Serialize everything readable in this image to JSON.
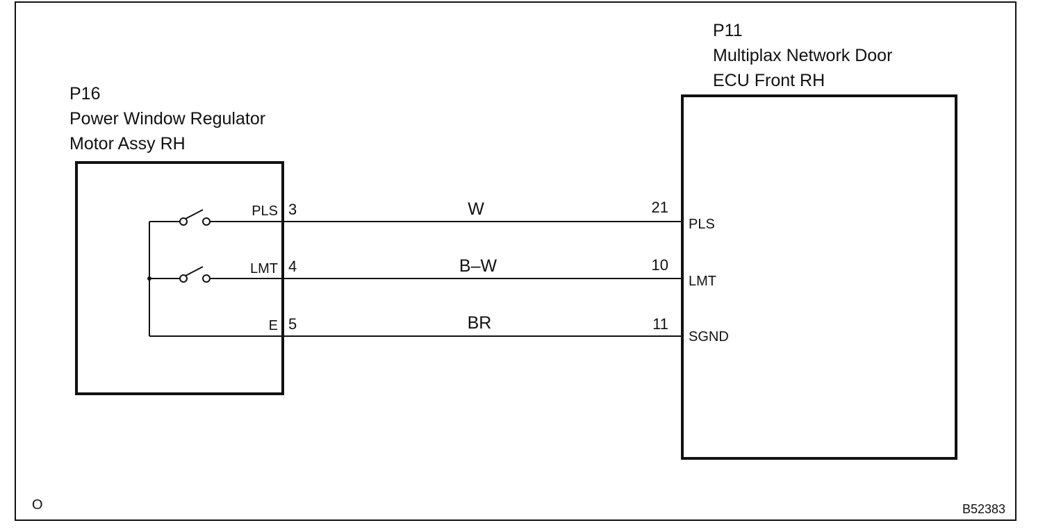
{
  "left_component": {
    "code": "P16",
    "name_line1": "Power Window Regulator",
    "name_line2": "Motor Assy RH",
    "terminals": [
      {
        "label": "PLS",
        "pin": "3"
      },
      {
        "label": "LMT",
        "pin": "4"
      },
      {
        "label": "E",
        "pin": "5"
      }
    ]
  },
  "right_component": {
    "code": "P11",
    "name_line1": "Multiplax Network Door",
    "name_line2": "ECU Front RH",
    "terminals": [
      {
        "label": "PLS",
        "pin": "21"
      },
      {
        "label": "LMT",
        "pin": "10"
      },
      {
        "label": "SGND",
        "pin": "11"
      }
    ]
  },
  "wires": [
    {
      "color": "W"
    },
    {
      "color": "B–W"
    },
    {
      "color": "BR"
    }
  ],
  "footer": {
    "left_mark": "O",
    "figure_id": "B52383"
  }
}
